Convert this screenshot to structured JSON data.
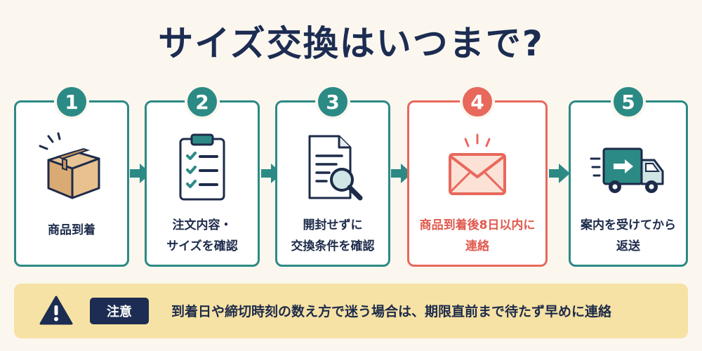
{
  "title": "サイズ交換はいつまで?",
  "colors": {
    "teal": "#2c8a85",
    "coral": "#e8685c",
    "navy": "#1c2c52",
    "note_bg": "#f7e2a5"
  },
  "steps": [
    {
      "number": "1",
      "lines": [
        "商品到着"
      ],
      "icon": "package-icon"
    },
    {
      "number": "2",
      "lines": [
        "注文内容・",
        "サイズを確認"
      ],
      "icon": "clipboard-checklist-icon"
    },
    {
      "number": "3",
      "lines": [
        "開封せずに",
        "交換条件を確認"
      ],
      "icon": "document-magnifier-icon"
    },
    {
      "number": "4",
      "lines": [
        "商品到着後8日以内に",
        "連絡"
      ],
      "icon": "envelope-icon",
      "highlight": true
    },
    {
      "number": "5",
      "lines": [
        "案内を受けてから",
        "返送"
      ],
      "icon": "delivery-truck-icon"
    }
  ],
  "note": {
    "label": "注意",
    "text": "到着日や締切時刻の数え方で迷う場合は、期限直前まで待たず早めに連絡",
    "icon": "warning-icon"
  }
}
